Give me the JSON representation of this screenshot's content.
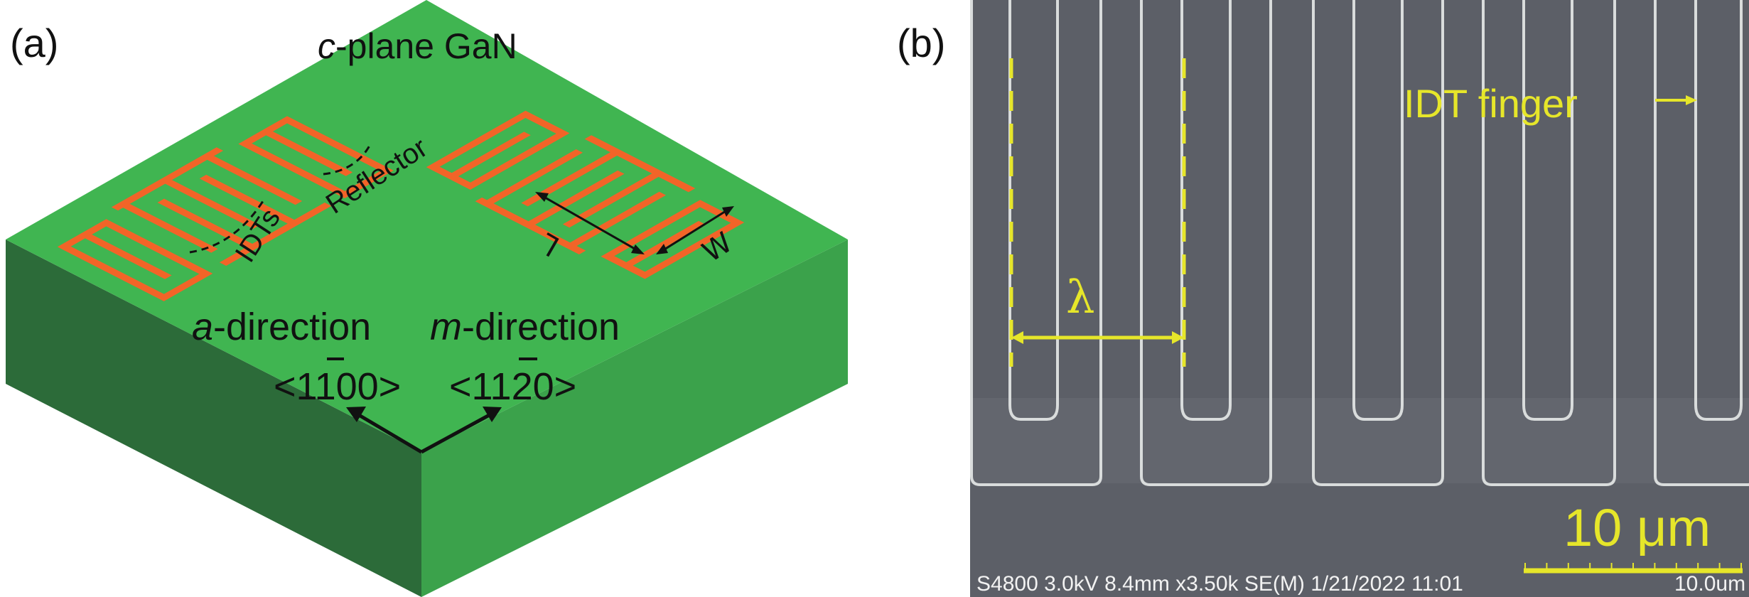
{
  "panel_a": {
    "label": "(a)",
    "title": "c-plane GaN",
    "title_italic": "c",
    "title_rest": "-plane GaN",
    "idts_label": "IDTs",
    "reflector_label": "Reflector",
    "length_label": "L",
    "width_label": "W",
    "a_direction": {
      "italic": "a",
      "rest": "-direction",
      "prefix": "<1",
      "barred": "1",
      "suffix": "00>"
    },
    "m_direction": {
      "italic": "m",
      "rest": "-direction",
      "prefix": "<11",
      "barred": "2",
      "suffix": "0>"
    },
    "colors": {
      "top": "#40b551",
      "left": "#2c6b39",
      "right": "#3ba24b",
      "electrode": "#f26428"
    }
  },
  "panel_b": {
    "label": "(b)",
    "lambda_label": "λ",
    "finger_label": "IDT finger",
    "scale_label": "10 μm",
    "sem_info": "S4800 3.0kV 8.4mm x3.50k SE(M) 1/21/2022 11:01",
    "sem_scale": "10.0um",
    "colors": {
      "background": "#5c5f67",
      "annotation": "#e6e62a",
      "edge": "#d9dcdc"
    }
  }
}
